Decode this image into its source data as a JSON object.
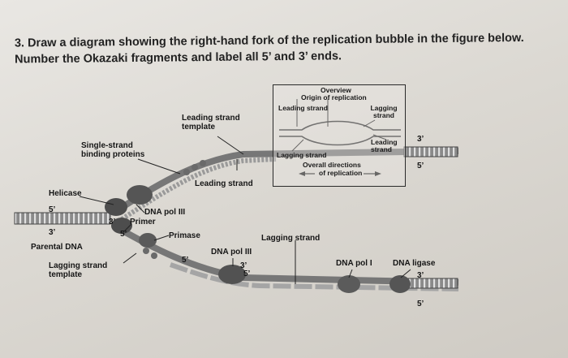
{
  "question": {
    "text": "3. Draw a diagram showing the right-hand fork of the replication bubble in the figure below. Number the Okazaki fragments and label all 5’ and 3’ ends."
  },
  "overview": {
    "title": "Overview",
    "origin": "Origin of replication",
    "leading_strand": "Leading strand",
    "lagging_strand": "Lagging strand",
    "leading_strand_right": "Leading strand",
    "lagging_strand_bottom": "Lagging strand",
    "overall_directions": "Overall directions",
    "of_replication": "of replication"
  },
  "labels": {
    "leading_strand_template": "Leading strand\ntemplate",
    "single_strand_binding": "Single-strand\nbinding proteins",
    "leading_strand": "Leading strand",
    "helicase": "Helicase",
    "five_prime": "5’",
    "three_prime": "3’",
    "dna_pol_iii": "DNA pol III",
    "primer": "Primer",
    "primase": "Primase",
    "parental_dna": "Parental DNA",
    "lagging_strand_template": "Lagging strand\ntemplate",
    "lagging_strand": "Lagging strand",
    "dna_pol_iii_2": "DNA pol III",
    "dna_pol_i": "DNA pol I",
    "dna_ligase": "DNA ligase",
    "right_3": "3’",
    "right_5": "5’",
    "bottom_3": "3’",
    "bottom_5": "5’",
    "mid_5": "5’",
    "mid_3": "3’",
    "mid_5b": "5’",
    "small_3": "3’",
    "small_5": "5’"
  },
  "colors": {
    "strand": "#6e6e6e",
    "strand_dark": "#3c3c3c",
    "protein": "#555555"
  }
}
